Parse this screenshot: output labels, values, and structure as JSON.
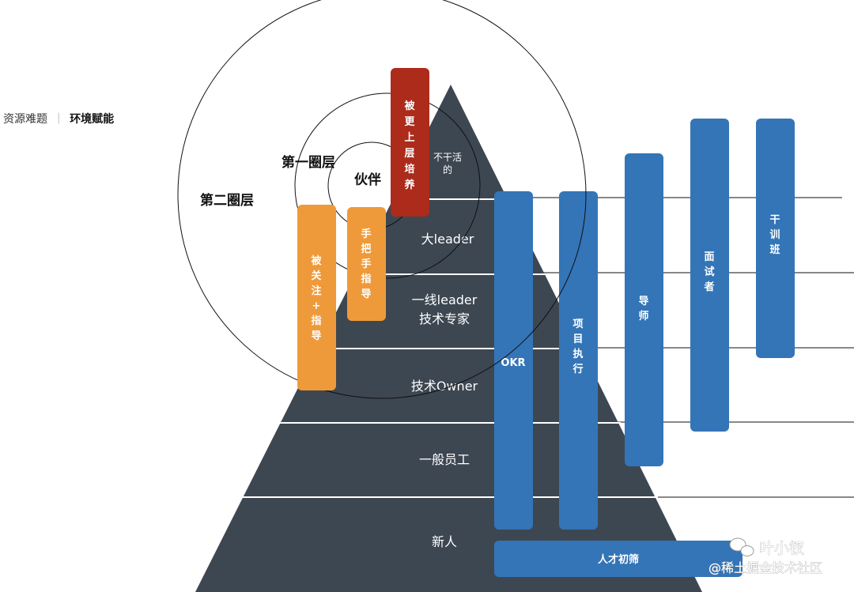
{
  "heading": {
    "topic": "资源难题",
    "separator": "｜",
    "subtopic": "环境赋能"
  },
  "pyramid_levels": [
    {
      "label": "不干活的"
    },
    {
      "label": "大leader"
    },
    {
      "label": "一线leader\n技术专家"
    },
    {
      "label": "技术Owner"
    },
    {
      "label": "一般员工"
    },
    {
      "label": "新人"
    }
  ],
  "circles": [
    {
      "label": "伙伴"
    },
    {
      "label": "第一圈层"
    },
    {
      "label": "第二圈层"
    }
  ],
  "overlay_bars": [
    {
      "label": "被更上层培养",
      "color": "#ac2b1b"
    },
    {
      "label": "手把手指导",
      "color": "#ef9a3a"
    },
    {
      "label": "被关注+指导",
      "color": "#ef9a3a"
    }
  ],
  "program_bars": [
    {
      "label": "OKR",
      "color": "#3375b7",
      "orientation": "horizontal-text"
    },
    {
      "label": "项目执行",
      "color": "#3375b7"
    },
    {
      "label": "导师",
      "color": "#3375b7"
    },
    {
      "label": "面试者",
      "color": "#3375b7"
    },
    {
      "label": "干训班",
      "color": "#3375b7"
    },
    {
      "label": "人才初筛",
      "color": "#3375b7",
      "orientation": "horizontal-bar"
    }
  ],
  "colors": {
    "pyramid": "#3d4752",
    "divider": "#111111"
  },
  "watermark": {
    "brand": "叶小钗",
    "source": "@稀土掘金技术社区"
  }
}
